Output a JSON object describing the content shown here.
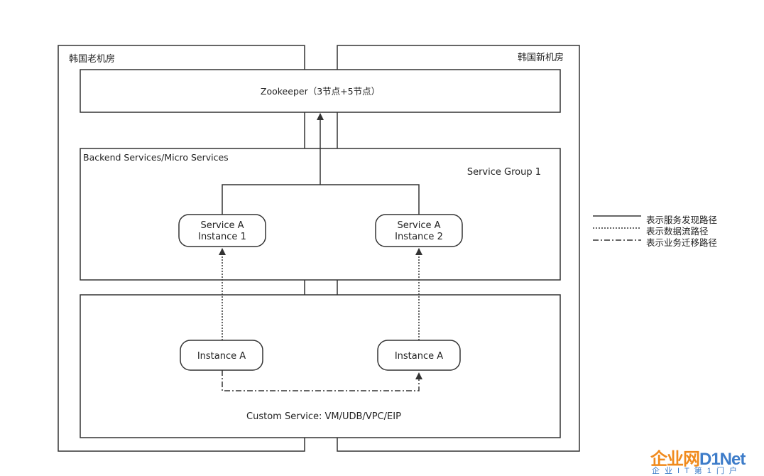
{
  "datacenters": {
    "old": "韩国老机房",
    "new": "韩国新机房"
  },
  "zookeeper": "Zookeeper（3节点+5节点）",
  "backend": {
    "title": "Backend Services/Micro Services",
    "group": "Service Group 1",
    "instances": [
      {
        "line1": "Service A",
        "line2": "Instance 1"
      },
      {
        "line1": "Service A",
        "line2": "Instance 2"
      }
    ]
  },
  "custom": {
    "label": "Custom Service: VM/UDB/VPC/EIP",
    "instances": [
      "Instance A",
      "Instance A"
    ]
  },
  "legend": {
    "solid": "表示服务发现路径",
    "dotted": "表示数据流路径",
    "dashdot": "表示业务迁移路径"
  },
  "watermark": {
    "main_cn": "企业网",
    "main_en": "D1Net",
    "sub": "企业IT第1门户"
  }
}
